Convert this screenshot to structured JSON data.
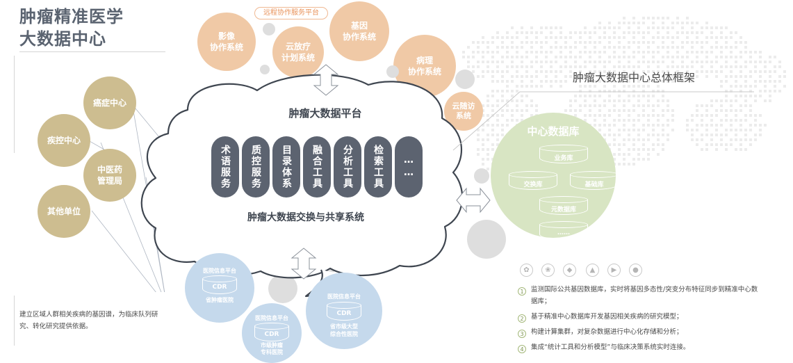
{
  "title_line1": "肿瘤精准医学",
  "title_line2": "大数据中心",
  "left_nodes": [
    "癌症中心",
    "疾控中心",
    "中医药\n管理局",
    "其他单位"
  ],
  "left_note": "建立区域人群相关疾病的基因谱，为临床队列研究、转化研究提供依据。",
  "remote_platform_label": "远程协作服务平台",
  "remote_nodes": {
    "imaging": "影像\n协作系统",
    "radiotherapy": "云放疗\n计划系统",
    "gene": "基因\n协作系统",
    "pathology": "病理\n协作系统",
    "followup": "云随访\n系统"
  },
  "cloud_title": "肿瘤大数据平台",
  "cloud_footer": "肿瘤大数据交换与共享系统",
  "services": [
    "术语服务",
    "质控服务",
    "目录体系",
    "融合工具",
    "分析工具",
    "检索工具",
    "……"
  ],
  "framework_title": "肿瘤大数据中心总体框架",
  "central_db": {
    "title": "中心数据库",
    "business": "业务库",
    "exchange": "交换库",
    "base": "基础库",
    "meta": "元数据库",
    "more": "……"
  },
  "hospitals": [
    {
      "platform": "医院信息平台",
      "cdr": "CDR",
      "name": "省肿瘤医院"
    },
    {
      "platform": "医院信息平台",
      "cdr": "CDR",
      "name": "市级肿瘤\n专科医院"
    },
    {
      "platform": "医院信息平台",
      "cdr": "CDR",
      "name": "省市级大型\n综合性医院"
    }
  ],
  "numbered_items": [
    {
      "n": "①",
      "text": "监测国际公共基因数据库，实时将基因多态性/突变分布特征同步到精准中心数据库；"
    },
    {
      "n": "②",
      "text": "基于精准中心数据库开发基因相关疾病的研究模型；"
    },
    {
      "n": "③",
      "text": "构建计算集群，对复杂数据进行中心化存储和分析；"
    },
    {
      "n": "④",
      "text": "集成“统计工具和分析模型”与临床决策系统实时连接。"
    }
  ],
  "colors": {
    "tan": "#cdbd90",
    "peach": "#f0c9a6",
    "pill": "#5c6370",
    "hospital_blue": "#c5d9ec",
    "db_green": "#d8e5c3",
    "cloud_stroke": "#3f4650"
  }
}
